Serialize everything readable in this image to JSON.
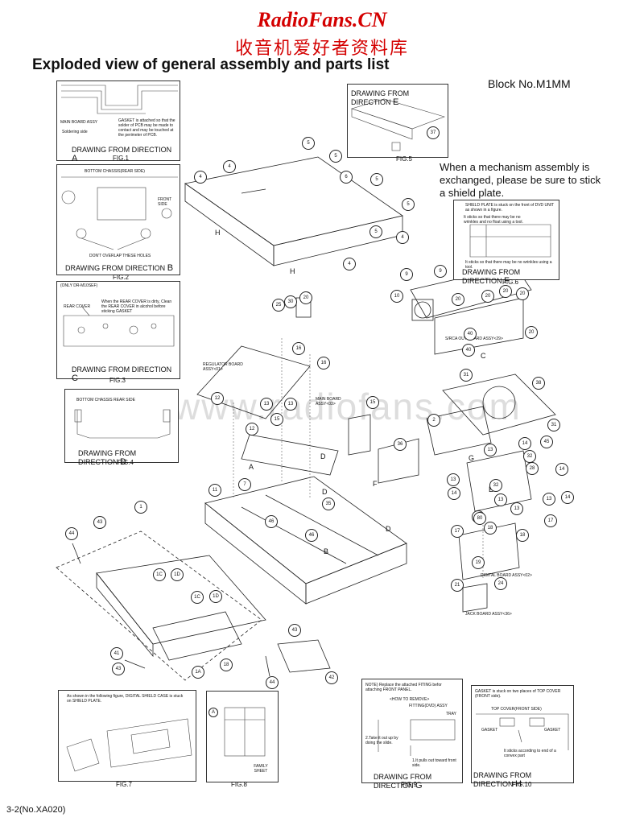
{
  "header": {
    "site_title": "RadioFans.CN",
    "site_subtitle": "收音机爱好者资料库",
    "page_title": "Exploded view of general assembly and parts list",
    "block_no": "Block No.M1MM",
    "watermark": "www.radiofans.com"
  },
  "notice": "When a mechanism assembly is exchanged, please be sure to stick a shield plate.",
  "page_number": "3-2(No.XA020)",
  "figures": {
    "fig1": {
      "label": "FIG.1",
      "direction_text": "DRAWING FROM DIRECTION",
      "direction_letter": "A",
      "main_board": "MAIN BOARD ASSY",
      "soldering": "Soldering side",
      "gasket_note": "GASKET is attached so that the solder of PCB may be made to contact and may be touched at the perimeter of PCB."
    },
    "fig2": {
      "label": "FIG.2",
      "direction_text": "DRAWING FROM DIRECTION",
      "direction_letter": "B",
      "chassis": "BOTTOM CHASSIS(REAR SIDE)",
      "note": "DON'T OVERLAP THESE HOLES",
      "side": "FRONT SIDE"
    },
    "fig3": {
      "label": "FIG.3",
      "direction_text": "DRAWING FROM DIRECTION",
      "direction_letter": "C",
      "model": "(ONLY DR-M10SEF)",
      "rear_cover": "REAR COVER",
      "note": "When the REAR COVER is dirty, Clean the REAR COVER in alcohol before sticking GASKET"
    },
    "fig4": {
      "label": "FIG.4",
      "direction_text": "DRAWING FROM DIRECTION",
      "direction_letter": "D",
      "chassis": "BOTTOM CHASSIS REAR SIDE"
    },
    "fig5": {
      "label": "FIG.5",
      "direction_text": "DRAWING FROM DIRECTION",
      "direction_letter": "E",
      "part": "37"
    },
    "fig6": {
      "label": "FIG.6",
      "direction_text": "DRAWING FROM DIRECTION",
      "direction_letter": "F",
      "note1": "SHIELD PLATE is stuck on the front of DVD UNIT as shown in a figure.",
      "note2": "It sticks so that there may be no wrinkles and no float using a tool.",
      "note3": "It sticks so that there may be no wrinkles using a tool."
    },
    "fig7": {
      "label": "FIG.7",
      "note": "As shown in the following figure, DIGITAL SHIELD CASE is stuck on SHIELD PLATE."
    },
    "fig8": {
      "label": "FIG.8",
      "marker": "A",
      "sheet": "FAMILY SHEET"
    },
    "fig9": {
      "label": "FIG.9",
      "direction_text": "DRAWING FROM DIRECTION",
      "direction_letter": "G",
      "note": "NOTE) Replace the attached FITING befor attaching FRONT PANEL.",
      "how_to": "<HOW TO REMOVE>",
      "fitting": "FITTING(DVD) ASSY",
      "tray": "TRAY",
      "step2": "2.Take it out up by doing the slide.",
      "step1": "1.It pulls out toward front side."
    },
    "fig10": {
      "label": "FIG.10",
      "direction_text": "DRAWING FROM DIRECTION",
      "direction_letter": "H",
      "note": "GASKET is stuck on two places of TOP COVER (FRONT side).",
      "top_cover": "TOP COVER(FRONT SIDE)",
      "gasket_left": "GASKET",
      "gasket_right": "GASKET",
      "stick": "It sticks according to end of a convex part"
    }
  },
  "assembly_labels": {
    "regulator": "REGULATOR BOARD ASSY<01>",
    "main_board": "MAIN BOARD ASSY<03>",
    "srca": "S/RCA OUT BOARD ASSY<29>",
    "digital": "DIGITAL BOARD ASSY<02>",
    "jack": "JACK BOARD ASSY<36>"
  },
  "letters": [
    {
      "id": "H1",
      "text": "H"
    },
    {
      "id": "H2",
      "text": "H"
    },
    {
      "id": "A",
      "text": "A"
    },
    {
      "id": "D1",
      "text": "D"
    },
    {
      "id": "D2",
      "text": "D"
    },
    {
      "id": "D3",
      "text": "D"
    },
    {
      "id": "B",
      "text": "B"
    },
    {
      "id": "F",
      "text": "F"
    },
    {
      "id": "G",
      "text": "G"
    },
    {
      "id": "E",
      "text": "E"
    },
    {
      "id": "C",
      "text": "C"
    }
  ],
  "parts": [
    "5",
    "5",
    "4",
    "4",
    "6",
    "5",
    "5",
    "5",
    "4",
    "4",
    "9",
    "9",
    "10",
    "20",
    "20",
    "20",
    "20",
    "20",
    "25",
    "30",
    "20",
    "16",
    "16",
    "12",
    "12",
    "13",
    "13",
    "15",
    "15",
    "40",
    "40",
    "31",
    "38",
    "31",
    "2",
    "36",
    "13",
    "14",
    "45",
    "32",
    "28",
    "14",
    "13",
    "13",
    "14",
    "32",
    "13",
    "14",
    "13",
    "13",
    "80",
    "17",
    "17",
    "18",
    "18",
    "19",
    "21",
    "24",
    "11",
    "7",
    "35",
    "46",
    "46",
    "1",
    "43",
    "44",
    "1C",
    "1D",
    "1C",
    "1D",
    "43",
    "18",
    "1A",
    "41",
    "43",
    "44",
    "42"
  ]
}
